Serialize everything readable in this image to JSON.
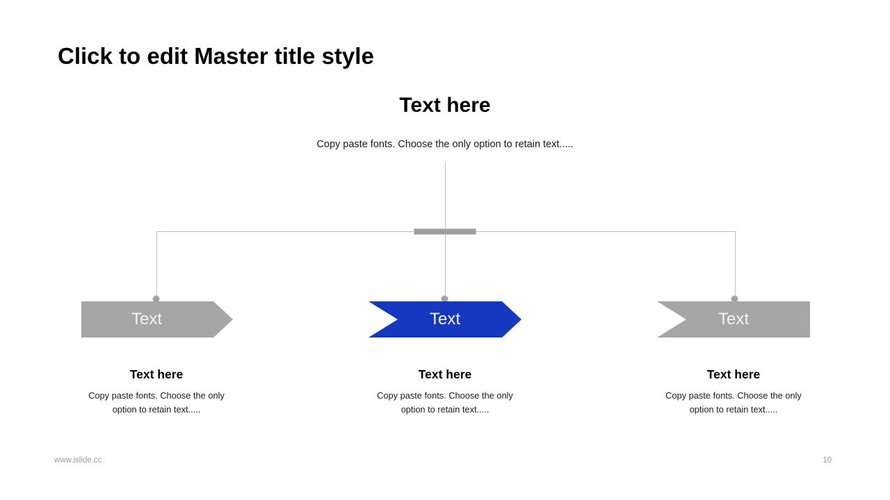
{
  "slide": {
    "title": "Click to edit Master title style",
    "section": {
      "heading": "Text here",
      "subtitle": "Copy paste fonts. Choose the only option to retain text....."
    },
    "arrows": [
      {
        "label": "Text",
        "variant": "gray"
      },
      {
        "label": "Text",
        "variant": "blue"
      },
      {
        "label": "Text",
        "variant": "gray"
      }
    ],
    "columns": [
      {
        "heading": "Text here",
        "body": "Copy paste fonts. Choose the only option to retain text....."
      },
      {
        "heading": "Text here",
        "body": "Copy paste fonts. Choose the only option to retain text....."
      },
      {
        "heading": "Text here",
        "body": "Copy paste fonts. Choose the only option to retain text....."
      }
    ],
    "footer": {
      "website": "www.islide.cc",
      "page_number": "10"
    },
    "colors": {
      "accent_blue": "#1638be",
      "shape_gray": "#a6a6a6",
      "connector_gray": "#bdbdbd"
    }
  }
}
